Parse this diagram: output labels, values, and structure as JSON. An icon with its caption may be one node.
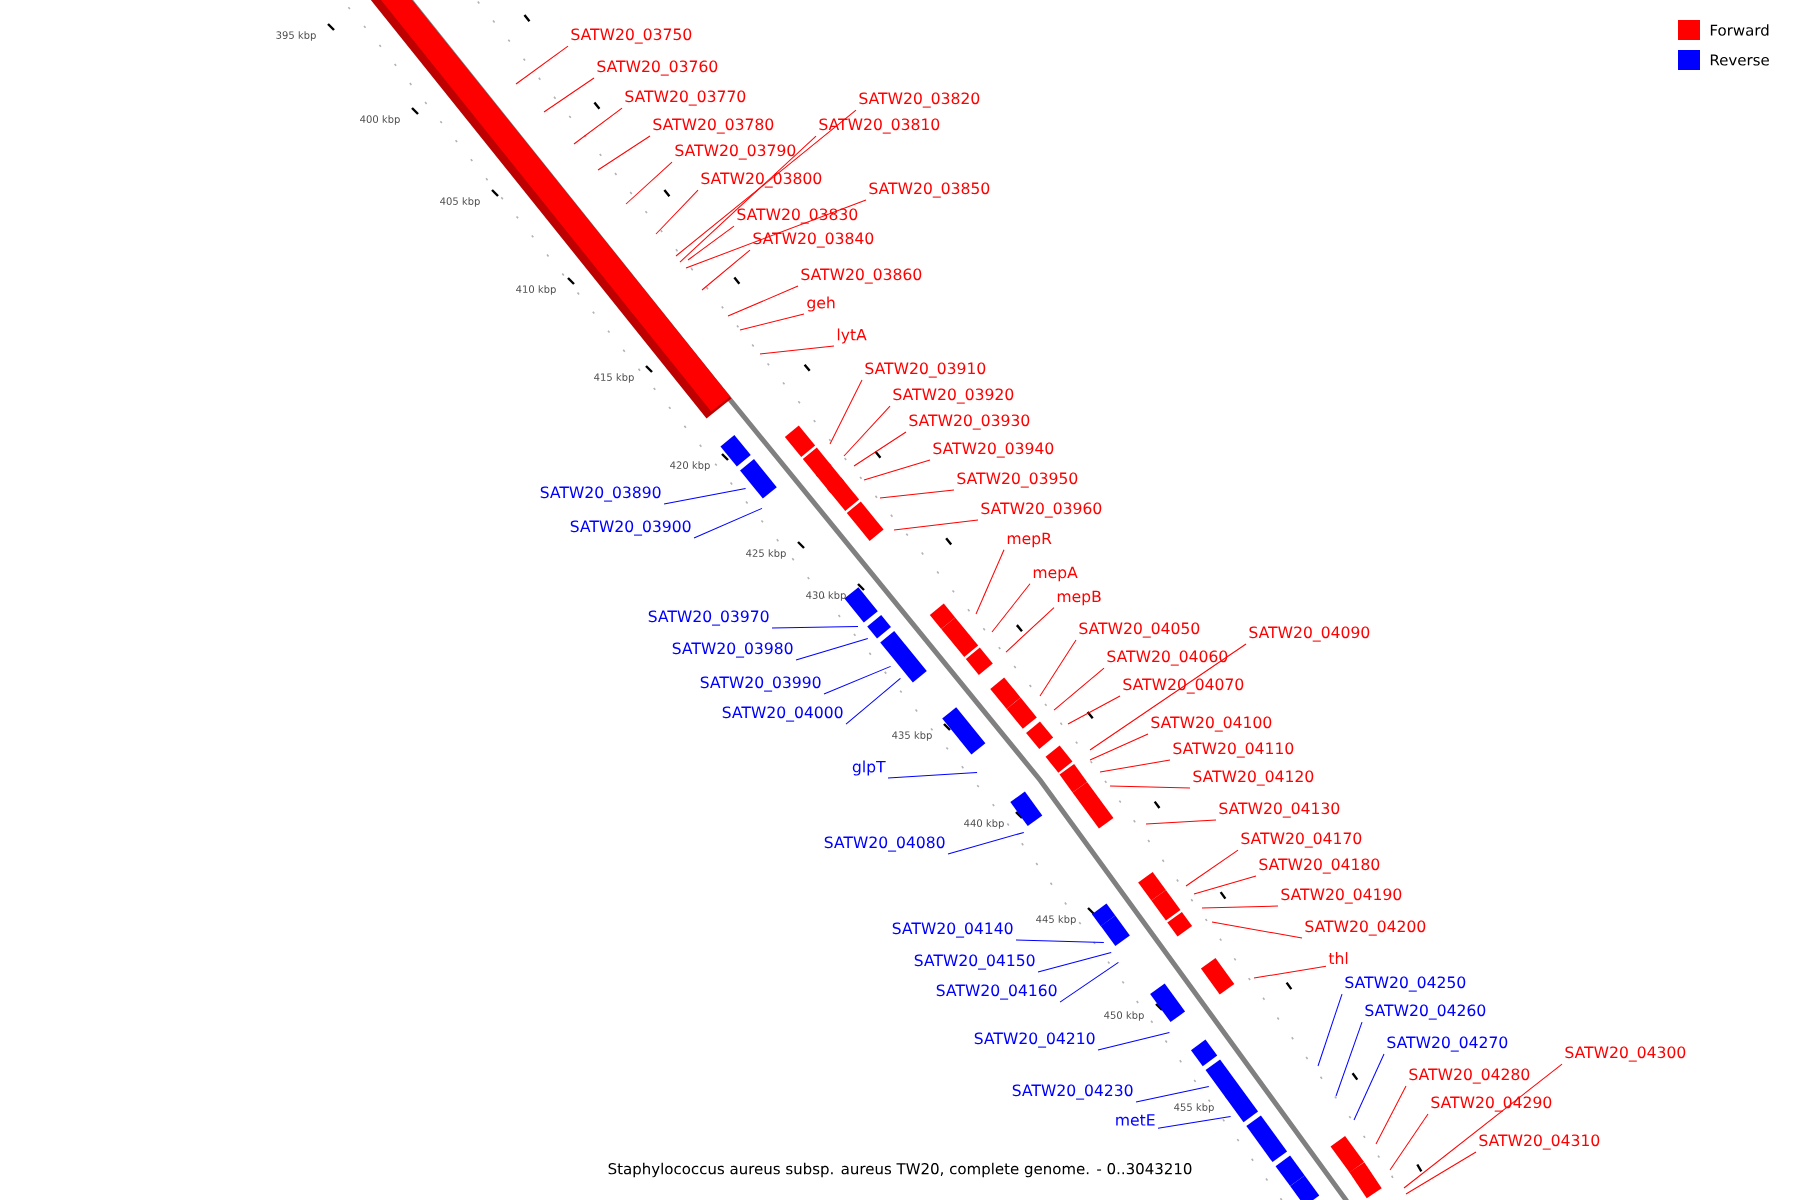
{
  "diagram": {
    "caption": "Staphylococcus aureus subsp. aureus TW20, complete genome. - 0..3043210",
    "nodes": [
      {
        "text": [
          "SATW20_03750"
        ]
      },
      {
        "text": [
          "SATW20_03760"
        ]
      },
      {
        "text": [
          "SATW20_03770"
        ]
      },
      {
        "text": [
          "SATW20_03780"
        ]
      },
      {
        "text": [
          "SATW20_03790"
        ]
      },
      {
        "text": [
          "SATW20_03800"
        ]
      },
      {
        "text": [
          "SATW20_03820"
        ]
      },
      {
        "text": [
          "SATW20_03810"
        ]
      },
      {
        "text": [
          "SATW20_03850"
        ]
      },
      {
        "text": [
          "SATW20_03830"
        ]
      },
      {
        "text": [
          "SATW20_03840"
        ]
      },
      {
        "text": [
          "SATW20_03860"
        ]
      },
      {
        "text": [
          "geh"
        ]
      },
      {
        "text": [
          "lytA"
        ]
      },
      {
        "text": [
          "SATW20_03910"
        ]
      },
      {
        "text": [
          "SATW20_03920"
        ]
      },
      {
        "text": [
          "SATW20_03930"
        ]
      },
      {
        "text": [
          "SATW20_03940"
        ]
      },
      {
        "text": [
          "SATW20_03950"
        ]
      },
      {
        "text": [
          "SATW20_03960"
        ]
      },
      {
        "text": [
          "mepR"
        ]
      },
      {
        "text": [
          "mepA"
        ]
      },
      {
        "text": [
          "mepB"
        ]
      },
      {
        "text": [
          "SATW20_04050"
        ]
      },
      {
        "text": [
          "SATW20_04090"
        ]
      },
      {
        "text": [
          "SATW20_04060"
        ]
      },
      {
        "text": [
          "SATW20_04070"
        ]
      },
      {
        "text": [
          "SATW20_04100"
        ]
      },
      {
        "text": [
          "SATW20_04110"
        ]
      },
      {
        "text": [
          "SATW20_04120"
        ]
      },
      {
        "text": [
          "SATW20_04130"
        ]
      },
      {
        "text": [
          "SATW20_04170"
        ]
      },
      {
        "text": [
          "SATW20_04180"
        ]
      },
      {
        "text": [
          "SATW20_04190"
        ]
      },
      {
        "text": [
          "SATW20_04200"
        ]
      },
      {
        "text": [
          "thl"
        ]
      },
      {
        "text": [
          "SATW20_04250"
        ]
      },
      {
        "text": [
          "SATW20_04260"
        ]
      },
      {
        "text": [
          "SATW20_04270"
        ]
      },
      {
        "text": [
          "SATW20_04300"
        ]
      },
      {
        "text": [
          "SATW20_04280"
        ]
      },
      {
        "text": [
          "SATW20_04290"
        ]
      },
      {
        "text": [
          "SATW20_04310"
        ]
      },
      {
        "text": [
          "SATW20_03890"
        ]
      },
      {
        "text": [
          "SATW20_03900"
        ]
      },
      {
        "text": [
          "SATW20_03970"
        ]
      },
      {
        "text": [
          "SATW20_03980"
        ]
      },
      {
        "text": [
          "SATW20_03990"
        ]
      },
      {
        "text": [
          "SATW20_04000"
        ]
      },
      {
        "text": [
          "glpT"
        ]
      },
      {
        "text": [
          "SATW20_04080"
        ]
      },
      {
        "text": [
          "SATW20_04140"
        ]
      },
      {
        "text": [
          "SATW20_04150"
        ]
      },
      {
        "text": [
          "SATW20_04160"
        ]
      },
      {
        "text": [
          "SATW20_04210"
        ]
      },
      {
        "text": [
          "SATW20_04230"
        ]
      },
      {
        "text": [
          "metE"
        ]
      }
    ],
    "edges": [
      {
        "from": 0,
        "to": null,
        "arrow": "none"
      },
      {
        "from": 1,
        "to": null,
        "arrow": "none"
      },
      {
        "from": 2,
        "to": null,
        "arrow": "none"
      },
      {
        "from": 3,
        "to": null,
        "arrow": "none"
      },
      {
        "from": 4,
        "to": null,
        "arrow": "none"
      },
      {
        "from": 5,
        "to": null,
        "arrow": "none"
      },
      {
        "from": 6,
        "to": null,
        "arrow": "none"
      },
      {
        "from": 7,
        "to": null,
        "arrow": "none"
      },
      {
        "from": 8,
        "to": null,
        "arrow": "none"
      },
      {
        "from": 9,
        "to": null,
        "arrow": "none"
      },
      {
        "from": 10,
        "to": null,
        "arrow": "none"
      },
      {
        "from": 11,
        "to": null,
        "arrow": "none"
      },
      {
        "from": 12,
        "to": null,
        "arrow": "none"
      },
      {
        "from": 13,
        "to": null,
        "arrow": "none"
      },
      {
        "from": 14,
        "to": null,
        "arrow": "none"
      },
      {
        "from": 15,
        "to": null,
        "arrow": "none"
      },
      {
        "from": 16,
        "to": null,
        "arrow": "none"
      },
      {
        "from": 17,
        "to": null,
        "arrow": "none"
      },
      {
        "from": 18,
        "to": null,
        "arrow": "none"
      },
      {
        "from": 19,
        "to": null,
        "arrow": "none"
      },
      {
        "from": 20,
        "to": null,
        "arrow": "none"
      },
      {
        "from": 21,
        "to": null,
        "arrow": "none"
      },
      {
        "from": 22,
        "to": null,
        "arrow": "none"
      },
      {
        "from": 23,
        "to": null,
        "arrow": "none"
      },
      {
        "from": 24,
        "to": null,
        "arrow": "none"
      },
      {
        "from": 25,
        "to": null,
        "arrow": "none"
      },
      {
        "from": 26,
        "to": null,
        "arrow": "none"
      },
      {
        "from": 27,
        "to": null,
        "arrow": "none"
      },
      {
        "from": 28,
        "to": null,
        "arrow": "none"
      },
      {
        "from": 29,
        "to": null,
        "arrow": "none"
      },
      {
        "from": 30,
        "to": null,
        "arrow": "none"
      },
      {
        "from": 31,
        "to": null,
        "arrow": "none"
      },
      {
        "from": 32,
        "to": null,
        "arrow": "none"
      },
      {
        "from": 33,
        "to": null,
        "arrow": "none"
      },
      {
        "from": 34,
        "to": null,
        "arrow": "none"
      },
      {
        "from": 35,
        "to": null,
        "arrow": "none"
      },
      {
        "from": 36,
        "to": null,
        "arrow": "none",
        "color": "#0000ff"
      },
      {
        "from": 37,
        "to": null,
        "arrow": "none",
        "color": "#0000ff"
      },
      {
        "from": 38,
        "to": null,
        "arrow": "none",
        "color": "#0000ff"
      },
      {
        "from": 39,
        "to": null,
        "arrow": "none"
      },
      {
        "from": 40,
        "to": null,
        "arrow": "none"
      },
      {
        "from": 41,
        "to": null,
        "arrow": "none"
      },
      {
        "from": 42,
        "to": null,
        "arrow": "none"
      },
      {
        "from": 43,
        "to": null,
        "arrow": "none",
        "color": "#0000ff"
      },
      {
        "from": 44,
        "to": null,
        "arrow": "none",
        "color": "#0000ff"
      },
      {
        "from": 45,
        "to": null,
        "arrow": "none",
        "color": "#0000ff"
      },
      {
        "from": 46,
        "to": null,
        "arrow": "none",
        "color": "#0000ff"
      },
      {
        "from": 47,
        "to": null,
        "arrow": "none",
        "color": "#0000ff"
      },
      {
        "from": 48,
        "to": null,
        "arrow": "none",
        "color": "#0000ff"
      },
      {
        "from": 49,
        "to": null,
        "arrow": "none",
        "color": "#0000ff"
      },
      {
        "from": 50,
        "to": null,
        "arrow": "none",
        "color": "#0000ff"
      },
      {
        "from": 51,
        "to": null,
        "arrow": "none",
        "color": "#0000ff"
      },
      {
        "from": 52,
        "to": null,
        "arrow": "none",
        "color": "#0000ff"
      },
      {
        "from": 53,
        "to": null,
        "arrow": "none",
        "color": "#0000ff"
      },
      {
        "from": 54,
        "to": null,
        "arrow": "none",
        "color": "#0000ff"
      },
      {
        "from": 55,
        "to": null,
        "arrow": "none",
        "color": "#0000ff"
      },
      {
        "from": 56,
        "to": null,
        "arrow": "none",
        "color": "#0000ff"
      }
    ],
    "labels": [
      "395 kbp",
      "400 kbp",
      "405 kbp",
      "410 kbp",
      "415 kbp",
      "420 kbp",
      "425 kbp",
      "430 kbp",
      "435 kbp",
      "440 kbp",
      "445 kbp",
      "450 kbp",
      "455 kbp"
    ],
    "legend": [
      {
        "text": "Forward",
        "color": "#ff0000"
      },
      {
        "text": "Reverse",
        "color": "#0000ff"
      }
    ]
  }
}
